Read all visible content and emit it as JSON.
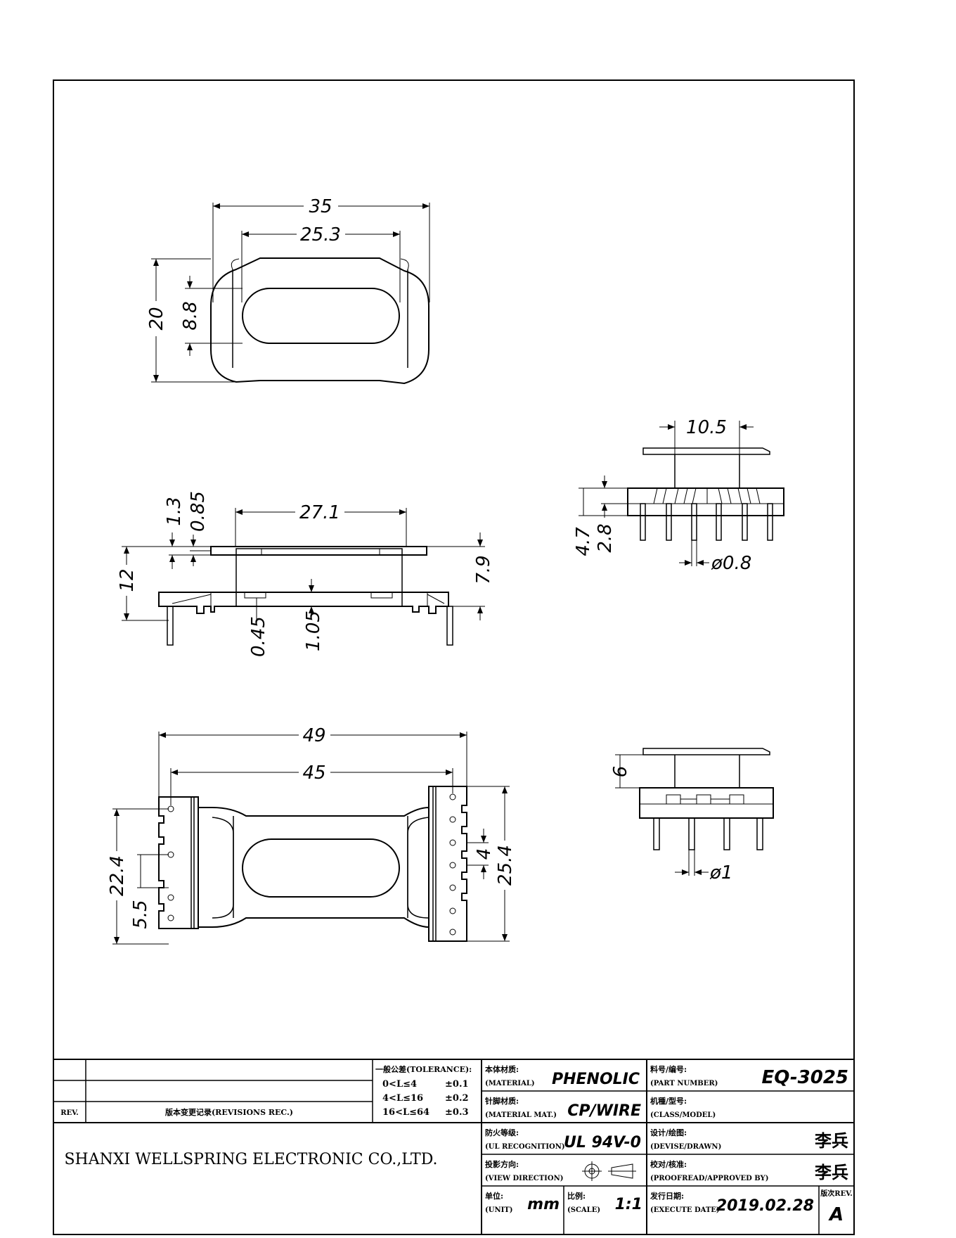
{
  "views": {
    "top": {
      "dims": {
        "overall_length": "35",
        "window_length": "25.3",
        "overall_width": "20",
        "window_width": "8.8"
      }
    },
    "side": {
      "dims": {
        "flange_span": "27.1",
        "flange_thickness": "1.3",
        "step": "0.85",
        "height": "12",
        "offset": "7.9",
        "wall_a": "0.45",
        "wall_b": "1.05"
      }
    },
    "end_top": {
      "dims": {
        "width": "10.5",
        "base_height": "4.7",
        "pin_height": "2.8",
        "pin_dia": "ø0.8"
      }
    },
    "bottom": {
      "dims": {
        "overall_length": "49",
        "pin_span": "45",
        "left_width": "22.4",
        "left_pitch": "5.5",
        "right_width": "25.4",
        "right_pitch": "4"
      }
    },
    "end_bottom": {
      "dims": {
        "height": "6",
        "pin_dia": "ø1"
      }
    }
  },
  "title_block": {
    "rev_label": "REV.",
    "revisions_label": "版本变更记录(REVISIONS REC.)",
    "tolerance": {
      "header": "一般公差(TOLERANCE):",
      "rows": [
        {
          "range": "0<L≤4",
          "value": "±0.1"
        },
        {
          "range": "4<L≤16",
          "value": "±0.2"
        },
        {
          "range": "16<L≤64",
          "value": "±0.3"
        }
      ]
    },
    "material": {
      "label_cn": "本体材质:",
      "label_en": "(MATERIAL)",
      "value": "PHENOLIC"
    },
    "pin_material": {
      "label_cn": "针脚材质:",
      "label_en": "(MATERIAL MAT.)",
      "value": "CP/WIRE"
    },
    "ul": {
      "label_cn": "防火等级:",
      "label_en": "(UL RECOGNITION)",
      "value": "UL 94V-0"
    },
    "view_direction": {
      "label_cn": "投影方向:",
      "label_en": "(VIEW DIRECTION)"
    },
    "unit": {
      "label_cn": "单位:",
      "label_en": "(UNIT)",
      "value": "mm"
    },
    "scale": {
      "label_cn": "比例:",
      "label_en": "(SCALE)",
      "value": "1:1"
    },
    "part_number": {
      "label_cn": "料号/编号:",
      "label_en": "(PART NUMBER)",
      "value": "EQ-3025"
    },
    "class_model": {
      "label_cn": "机種/型号:",
      "label_en": "(CLASS/MODEL)",
      "value": ""
    },
    "drawn": {
      "label_cn": "设计/绘图:",
      "label_en": "(DEVISE/DRAWN)",
      "value": "李兵"
    },
    "approved": {
      "label_cn": "校对/核准:",
      "label_en": "(PROOFREAD/APPROVED BY)",
      "value": "李兵"
    },
    "date": {
      "label_cn": "发行日期:",
      "label_en": "(EXECUTE DATE)",
      "value": "2019.02.28"
    },
    "version": {
      "label": "版次REV.",
      "value": "A"
    },
    "company": "SHANXI WELLSPRING ELECTRONIC CO.,LTD."
  }
}
